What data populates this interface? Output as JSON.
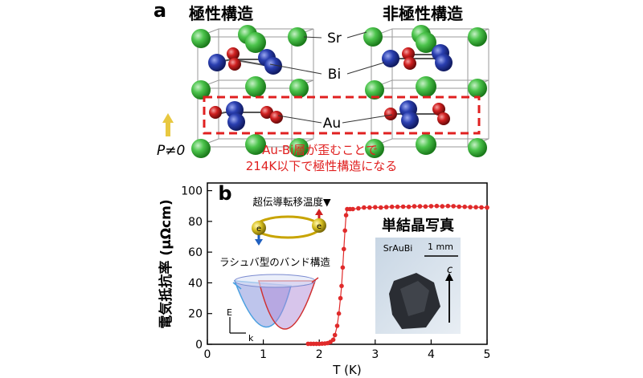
{
  "panel_a": {
    "label": "a",
    "polar_title": "極性構造",
    "nonpolar_title": "非極性構造",
    "atom_labels": {
      "sr": "Sr",
      "bi": "Bi",
      "au": "Au"
    },
    "polarization": "P≠0",
    "caption_line1": "Au-Bi層が歪むことで",
    "caption_line2": "214K以下で極性構造になる",
    "colors": {
      "sr": "#3cb83c",
      "bi": "#2a3fb0",
      "au": "#d42424",
      "dashed_box": "#e02020",
      "arrow": "#e8c840"
    }
  },
  "panel_b": {
    "label": "b",
    "tc_label": "超伝導転移温度▼",
    "crystal_title": "単結晶写真",
    "photo_sample": "SrAuBi",
    "photo_scale": "1 mm",
    "photo_axis": "c",
    "rashba_title": "ラシュバ型のバンド構造",
    "electron_symbol": "e",
    "band_axes": {
      "y": "E",
      "x": "k"
    }
  },
  "chart_data": {
    "type": "scatter",
    "xlabel": "T (K)",
    "ylabel": "電気抵抗率 (μΩcm)",
    "xlim": [
      0,
      5
    ],
    "ylim": [
      0,
      105
    ],
    "xticks": [
      0,
      1,
      2,
      3,
      4,
      5
    ],
    "yticks": [
      0,
      20,
      40,
      60,
      80,
      100
    ],
    "series": [
      {
        "color": "#e02a2a",
        "x": [
          1.8,
          1.85,
          1.9,
          1.95,
          2.0,
          2.05,
          2.1,
          2.15,
          2.2,
          2.25,
          2.28,
          2.32,
          2.35,
          2.38,
          2.4,
          2.42,
          2.44,
          2.46,
          2.48,
          2.5,
          2.55,
          2.6,
          2.7,
          2.8,
          2.9,
          3.0,
          3.1,
          3.2,
          3.3,
          3.4,
          3.5,
          3.6,
          3.7,
          3.8,
          3.9,
          4.0,
          4.1,
          4.2,
          4.3,
          4.4,
          4.5,
          4.6,
          4.7,
          4.8,
          4.9,
          5.0
        ],
        "y": [
          0.3,
          0.3,
          0.3,
          0.3,
          0.3,
          0.4,
          0.5,
          0.8,
          1.5,
          3,
          6,
          12,
          20,
          30,
          38,
          50,
          62,
          74,
          84,
          88,
          88,
          88,
          88.5,
          89,
          89,
          89.2,
          89,
          89.3,
          89.5,
          89.5,
          89.6,
          89.5,
          89.8,
          89.8,
          89.7,
          89.9,
          90,
          89.8,
          90,
          89.9,
          89.6,
          89.5,
          89.3,
          89.2,
          89.1,
          89
        ]
      }
    ]
  }
}
